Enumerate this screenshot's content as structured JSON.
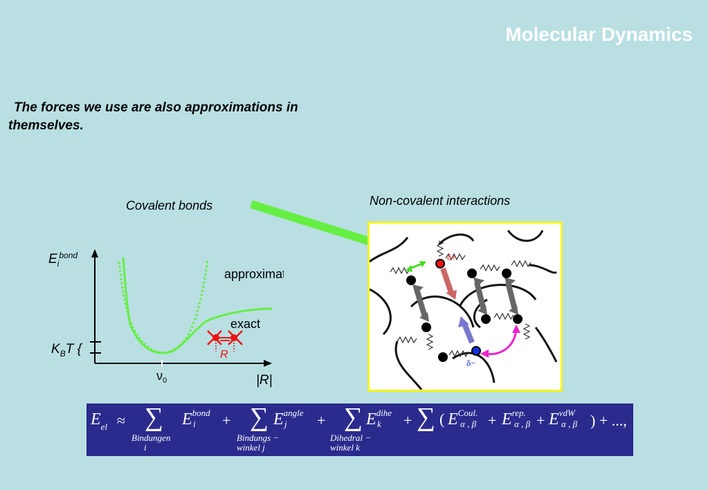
{
  "slide": {
    "title": "Molecular Dynamics",
    "subtitle": "The forces we use are also approximations in themselves."
  },
  "labels": {
    "covalent": "Covalent bonds",
    "noncovalent": "Non-covalent interactions"
  },
  "plot": {
    "ylabel_main": "E",
    "ylabel_sub": "i",
    "ylabel_sup": "bond",
    "kbt_k": "K",
    "kbt_b": "B",
    "kbt_t": "T {",
    "x_tick": "ν",
    "x_tick_sub": "0",
    "xlabel": "|R|",
    "approximated": "approximated",
    "exact": "exact",
    "r_label": "R",
    "colors": {
      "curve": "#66ee44",
      "axis": "#000000",
      "molecule": "#ee1111"
    }
  },
  "molecule_image": {
    "delta_plus": "δ+",
    "delta_minus": "δ−",
    "colors": {
      "box_border": "#f4f41a",
      "grey_arrow": "#666666",
      "blue_arrow": "#7777cc",
      "red_arrow": "#cc6666",
      "magenta_arrow": "#ee22cc",
      "green_arrow": "#44dd22"
    }
  },
  "formula": {
    "e_el": "E",
    "e_el_sub": "el",
    "approx": "≈",
    "sum": "∑",
    "term1": "E",
    "term1_sub": "i",
    "term1_sup": "bond",
    "under1a": "Bindungen",
    "under1b": "i",
    "plus": "+",
    "term2": "E",
    "term2_sub": "j",
    "term2_sup": "angle",
    "under2a": "Bindungs −",
    "under2b": "winkel   j",
    "term3": "E",
    "term3_sub": "k",
    "term3_sup": "dihe",
    "under3a": "Dihedral −",
    "under3b": "winkel  k",
    "paren_open": "(",
    "coul": "E",
    "coul_sup": "Coul.",
    "ab_sub": "α , β",
    "rep": "E",
    "rep_sup": "rep.",
    "vdw": "E",
    "vdw_sup": "vdW",
    "tail": ") + ...,",
    "colors": {
      "background": "#2b2b8e",
      "text": "#ffffff"
    }
  }
}
